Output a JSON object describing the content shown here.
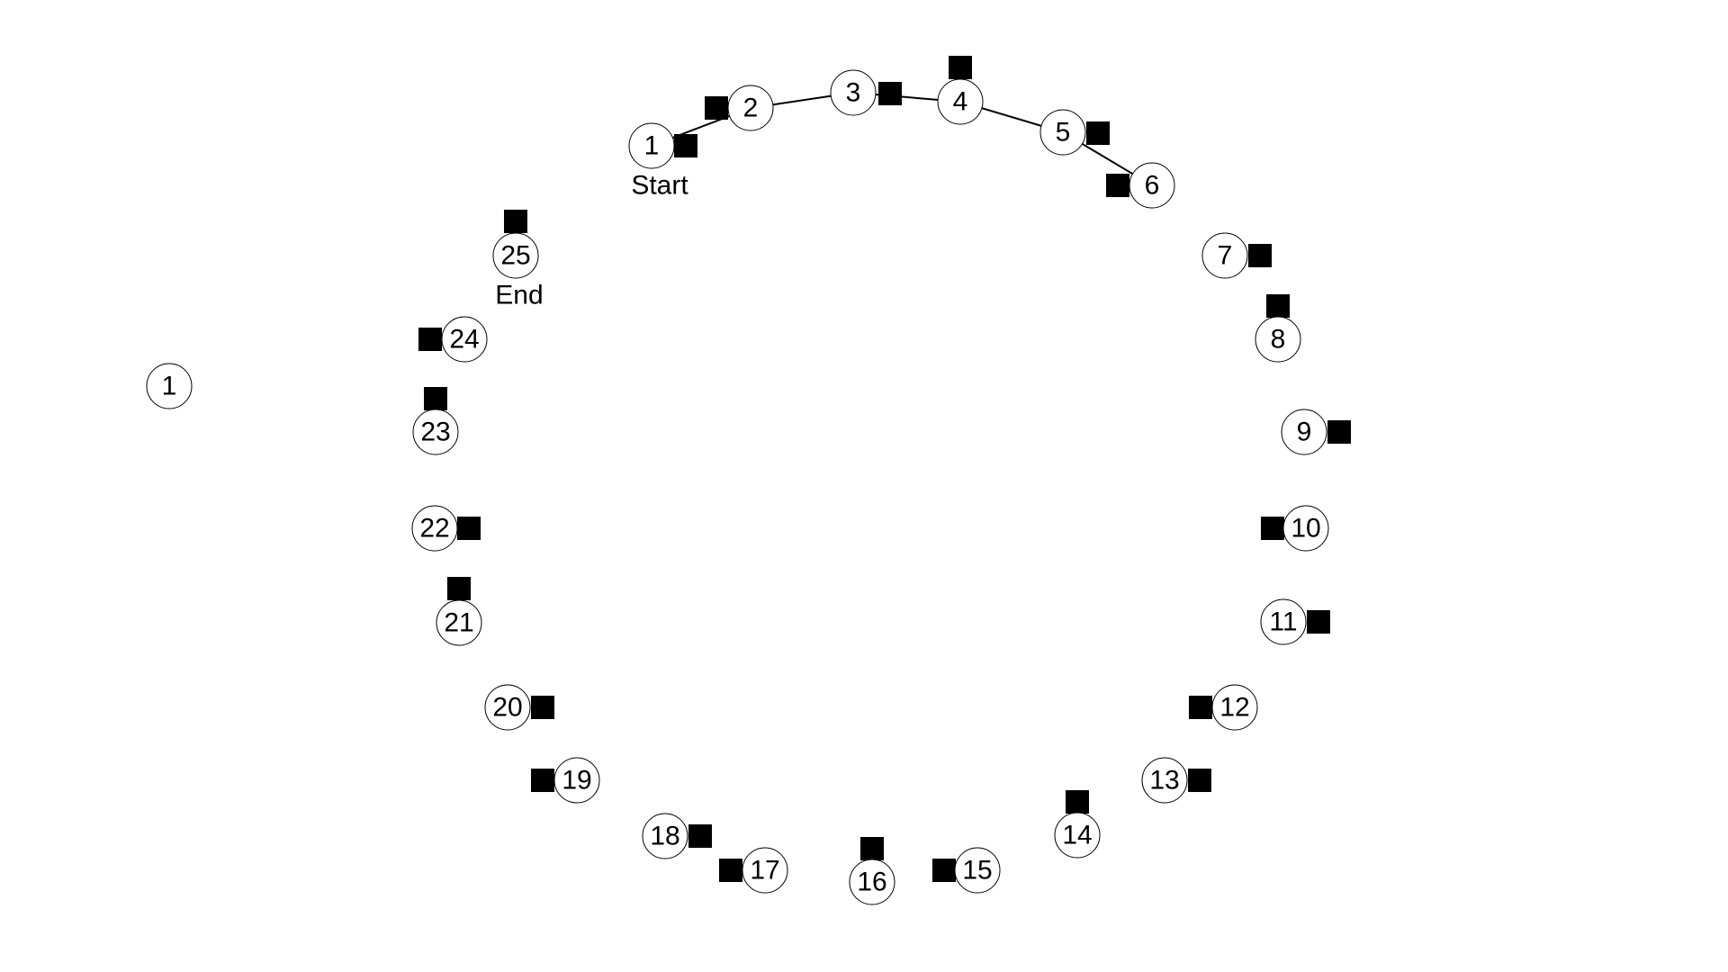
{
  "colors": {
    "background": "#ffffff",
    "ink": "#000000",
    "node_fill": "#ffffff"
  },
  "captions": {
    "start": "Start",
    "end": "End"
  },
  "nodes": [
    {
      "id": "1",
      "label": "1"
    },
    {
      "id": "2",
      "label": "2"
    },
    {
      "id": "3",
      "label": "3"
    },
    {
      "id": "4",
      "label": "4"
    },
    {
      "id": "5",
      "label": "5"
    },
    {
      "id": "6",
      "label": "6"
    },
    {
      "id": "7",
      "label": "7"
    },
    {
      "id": "8",
      "label": "8"
    },
    {
      "id": "9",
      "label": "9"
    },
    {
      "id": "10",
      "label": "10"
    },
    {
      "id": "11",
      "label": "11"
    },
    {
      "id": "12",
      "label": "12"
    },
    {
      "id": "13",
      "label": "13"
    },
    {
      "id": "14",
      "label": "14"
    },
    {
      "id": "15",
      "label": "15"
    },
    {
      "id": "16",
      "label": "16"
    },
    {
      "id": "17",
      "label": "17"
    },
    {
      "id": "18",
      "label": "18"
    },
    {
      "id": "19",
      "label": "19"
    },
    {
      "id": "20",
      "label": "20"
    },
    {
      "id": "21",
      "label": "21"
    },
    {
      "id": "22",
      "label": "22"
    },
    {
      "id": "23",
      "label": "23"
    },
    {
      "id": "24",
      "label": "24"
    },
    {
      "id": "25",
      "label": "25"
    }
  ],
  "player": {
    "label": "1"
  },
  "visited_path": [
    "1",
    "2",
    "3",
    "4",
    "5",
    "6"
  ],
  "start_node": "1",
  "end_node": "25"
}
